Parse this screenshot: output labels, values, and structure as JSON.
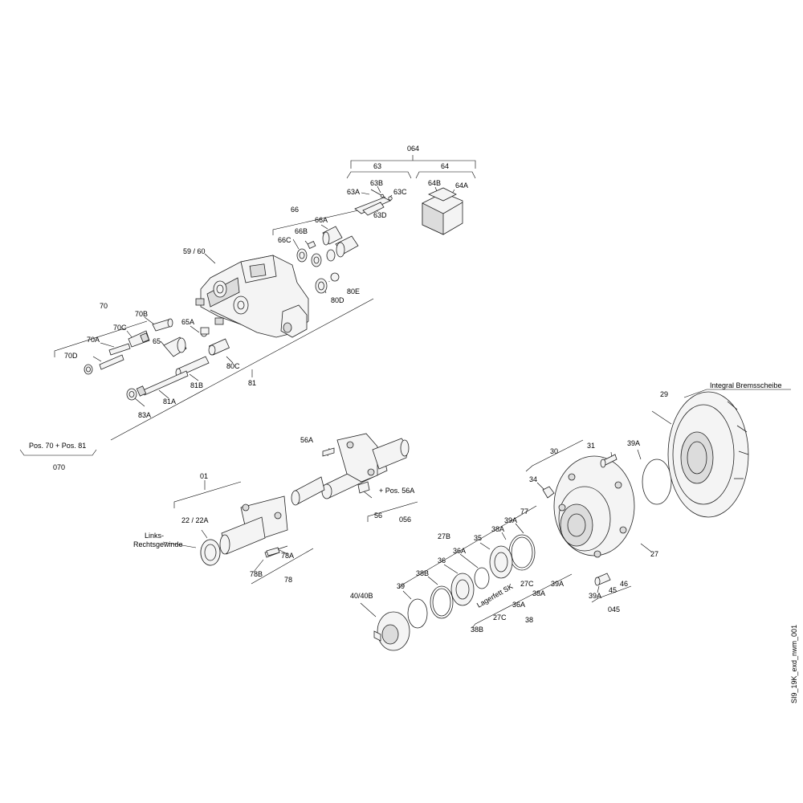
{
  "drawing_id": "SI9_19K_exd_nwm_001",
  "group_labels": {
    "g064": "064",
    "g63": "63",
    "g64": "64",
    "g66": "66",
    "g70": "70",
    "g81": "81",
    "g070": "070",
    "pos70_81": "Pos. 70 + Pos. 81",
    "g01": "01",
    "g056": "056",
    "pos56A": "+ Pos. 56A",
    "g78": "78",
    "g27B": "27B",
    "g38": "38",
    "g045": "045",
    "g30": "30",
    "integral": "Integral Bremsscheibe"
  },
  "labels": {
    "l63A": "63A",
    "l63B": "63B",
    "l63C": "63C",
    "l63D": "63D",
    "l64A": "64A",
    "l64B": "64B",
    "l66A": "66A",
    "l66B": "66B",
    "l66C": "66C",
    "l5960": "59 / 60",
    "l80E": "80E",
    "l80D": "80D",
    "l80C": "80C",
    "l70A": "70A",
    "l70B": "70B",
    "l70C": "70C",
    "l70D": "70D",
    "l65": "65",
    "l65A": "65A",
    "l81A": "81A",
    "l81B": "81B",
    "l83A": "83A",
    "l56A": "56A",
    "l56": "56",
    "l2222A": "22 / 22A",
    "links1": "Links-",
    "links2": "Rechtsgewinde",
    "l78A": "78A",
    "l78B": "78B",
    "l30": "30",
    "l31": "31",
    "l34": "34",
    "l29": "29",
    "l39A_top": "39A",
    "l27": "27",
    "l77": "77",
    "l39A_a": "39A",
    "l38A_a": "38A",
    "l35": "35",
    "l36A_a": "36A",
    "l36_a": "36",
    "l38B_a": "38B",
    "l39": "39",
    "l4040B": "40/40B",
    "l27C_a": "27C",
    "l39A_b": "39A",
    "l38A_b": "38A",
    "l36A_b": "36A",
    "l27C_b": "27C",
    "l38B_b": "38B",
    "lager": "Lagerfett SK",
    "l46": "46",
    "l45": "45",
    "l39A_c": "39A"
  },
  "colors": {
    "line": "#000000",
    "part_fill": "#f4f4f4",
    "shade": "#dcdcdc"
  }
}
